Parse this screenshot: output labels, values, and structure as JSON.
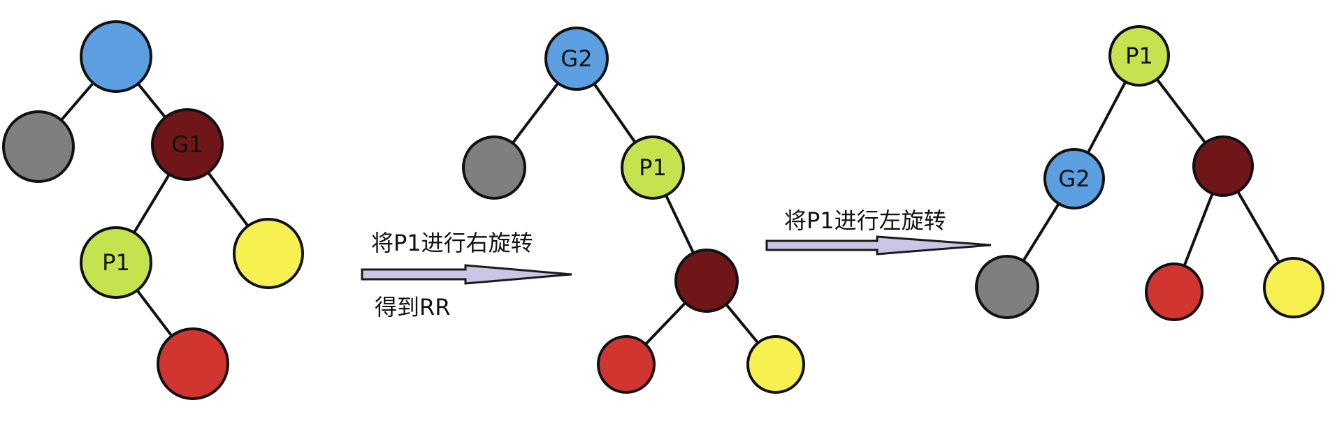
{
  "colors": {
    "blue": "#5c9fe0",
    "gray": "#7f7f7f",
    "darkred": "#6e1618",
    "lime": "#c4e34f",
    "yellow": "#f6f050",
    "red": "#d03530",
    "arrow_fill": "#c9c6e6"
  },
  "trees": [
    {
      "name": "before",
      "nodes": [
        {
          "id": "root",
          "label": "",
          "color": "blue"
        },
        {
          "id": "gray",
          "label": "",
          "color": "gray"
        },
        {
          "id": "g1",
          "label": "G1",
          "color": "darkred"
        },
        {
          "id": "p1",
          "label": "P1",
          "color": "lime"
        },
        {
          "id": "yellow",
          "label": "",
          "color": "yellow"
        },
        {
          "id": "red",
          "label": "",
          "color": "red"
        }
      ],
      "edges": [
        [
          "root",
          "gray"
        ],
        [
          "root",
          "g1"
        ],
        [
          "g1",
          "p1"
        ],
        [
          "g1",
          "yellow"
        ],
        [
          "p1",
          "red"
        ]
      ]
    },
    {
      "name": "after-right-rotation",
      "nodes": [
        {
          "id": "g2",
          "label": "G2",
          "color": "blue"
        },
        {
          "id": "gray",
          "label": "",
          "color": "gray"
        },
        {
          "id": "p1",
          "label": "P1",
          "color": "lime"
        },
        {
          "id": "darkred",
          "label": "",
          "color": "darkred"
        },
        {
          "id": "red",
          "label": "",
          "color": "red"
        },
        {
          "id": "yellow",
          "label": "",
          "color": "yellow"
        }
      ],
      "edges": [
        [
          "g2",
          "gray"
        ],
        [
          "g2",
          "p1"
        ],
        [
          "p1",
          "darkred"
        ],
        [
          "darkred",
          "red"
        ],
        [
          "darkred",
          "yellow"
        ]
      ]
    },
    {
      "name": "after-left-rotation",
      "nodes": [
        {
          "id": "p1",
          "label": "P1",
          "color": "lime"
        },
        {
          "id": "g2",
          "label": "G2",
          "color": "blue"
        },
        {
          "id": "darkred",
          "label": "",
          "color": "darkred"
        },
        {
          "id": "gray",
          "label": "",
          "color": "gray"
        },
        {
          "id": "red",
          "label": "",
          "color": "red"
        },
        {
          "id": "yellow",
          "label": "",
          "color": "yellow"
        }
      ],
      "edges": [
        [
          "p1",
          "g2"
        ],
        [
          "p1",
          "darkred"
        ],
        [
          "g2",
          "gray"
        ],
        [
          "darkred",
          "red"
        ],
        [
          "darkred",
          "yellow"
        ]
      ]
    }
  ],
  "captions": {
    "step1_top": "将P1进行右旋转",
    "step1_bottom": "得到RR",
    "step2_top": "将P1进行左旋转"
  }
}
